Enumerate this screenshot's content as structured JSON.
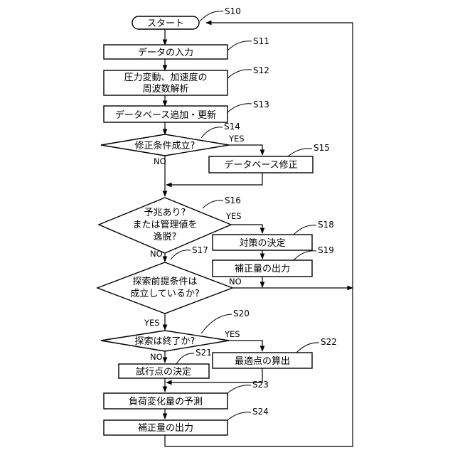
{
  "steps": {
    "s10": {
      "label": "S10",
      "text": "スタート"
    },
    "s11": {
      "label": "S11",
      "text": "データの入力"
    },
    "s12": {
      "label": "S12",
      "line1": "圧力変動、加速度の",
      "line2": "周波数解析"
    },
    "s13": {
      "label": "S13",
      "text": "データベース追加・更新"
    },
    "s14": {
      "label": "S14",
      "text": "修正条件成立?"
    },
    "s15": {
      "label": "S15",
      "text": "データベース修正"
    },
    "s16": {
      "label": "S16",
      "line1": "予兆あり?",
      "line2": "または管理値を",
      "line3": "逸脱?"
    },
    "s17": {
      "label": "S17",
      "line1": "探索前提条件は",
      "line2": "成立しているか?"
    },
    "s18": {
      "label": "S18",
      "text": "対策の決定"
    },
    "s19": {
      "label": "S19",
      "text": "補正量の出力"
    },
    "s20": {
      "label": "S20",
      "text": "探索は終了か?"
    },
    "s21": {
      "label": "S21",
      "text": "試行点の決定"
    },
    "s22": {
      "label": "S22",
      "text": "最適点の算出"
    },
    "s23": {
      "label": "S23",
      "text": "負荷変化量の予測"
    },
    "s24": {
      "label": "S24",
      "text": "補正量の出力"
    }
  },
  "branches": {
    "s14_yes": "YES",
    "s14_no": "NO",
    "s16_yes": "YES",
    "s16_no": "NO",
    "s17_yes": "YES",
    "s17_no": "NO",
    "s20_yes": "YES",
    "s20_no": "NO"
  }
}
